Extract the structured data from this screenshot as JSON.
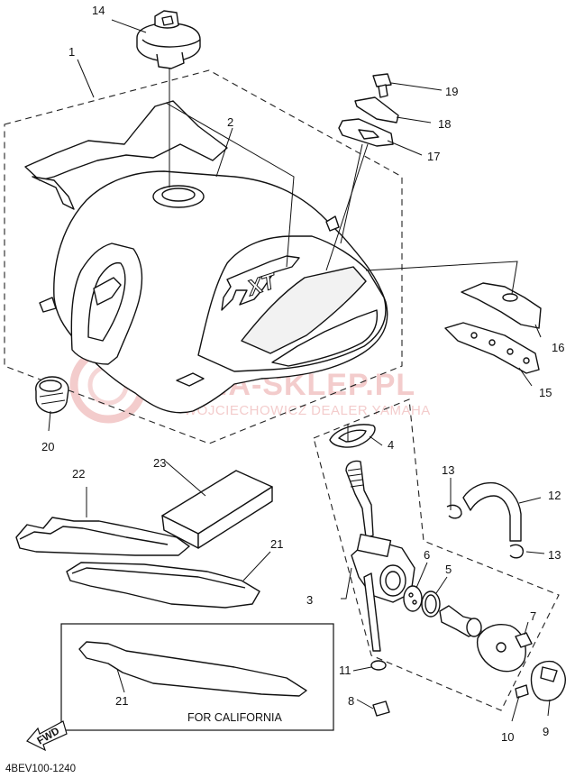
{
  "diagram": {
    "callouts": {
      "c1": "1",
      "c2": "2",
      "c3": "3",
      "c4": "4",
      "c5": "5",
      "c6": "6",
      "c7": "7",
      "c8": "8",
      "c9": "9",
      "c10": "10",
      "c11": "11",
      "c12": "12",
      "c13a": "13",
      "c13b": "13",
      "c14": "14",
      "c15": "15",
      "c16": "16",
      "c17": "17",
      "c18": "18",
      "c19": "19",
      "c20": "20",
      "c21a": "21",
      "c21b": "21",
      "c22": "22",
      "c23": "23"
    },
    "california_note": "FOR CALIFORNIA",
    "fwd_label": "FWD",
    "diagram_code": "4BEV100-1240",
    "tank_logo": "XT",
    "watermark": {
      "main": "YAMA-SKLEP.PL",
      "sub": "WOJCIECHOWICZ DEALER YAMAHA",
      "color": "#e9a3a3"
    }
  }
}
